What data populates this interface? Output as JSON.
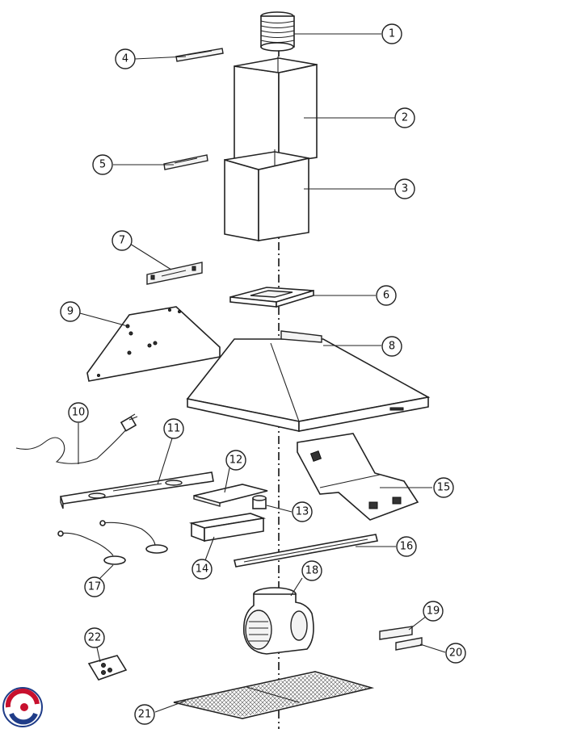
{
  "diagram": {
    "callouts": [
      {
        "id": "1",
        "label": "1"
      },
      {
        "id": "2",
        "label": "2"
      },
      {
        "id": "3",
        "label": "3"
      },
      {
        "id": "4",
        "label": "4"
      },
      {
        "id": "5",
        "label": "5"
      },
      {
        "id": "6",
        "label": "6"
      },
      {
        "id": "7",
        "label": "7"
      },
      {
        "id": "8",
        "label": "8"
      },
      {
        "id": "9",
        "label": "9"
      },
      {
        "id": "10",
        "label": "10"
      },
      {
        "id": "11",
        "label": "11"
      },
      {
        "id": "12",
        "label": "12"
      },
      {
        "id": "13",
        "label": "13"
      },
      {
        "id": "14",
        "label": "14"
      },
      {
        "id": "15",
        "label": "15"
      },
      {
        "id": "16",
        "label": "16"
      },
      {
        "id": "17",
        "label": "17"
      },
      {
        "id": "18",
        "label": "18"
      },
      {
        "id": "19",
        "label": "19"
      },
      {
        "id": "20",
        "label": "20"
      },
      {
        "id": "21",
        "label": "21"
      },
      {
        "id": "22",
        "label": "22"
      }
    ]
  },
  "logo": {
    "name": "brand-logo-icon",
    "colors": [
      "#c8102e",
      "#1f3c88"
    ]
  }
}
